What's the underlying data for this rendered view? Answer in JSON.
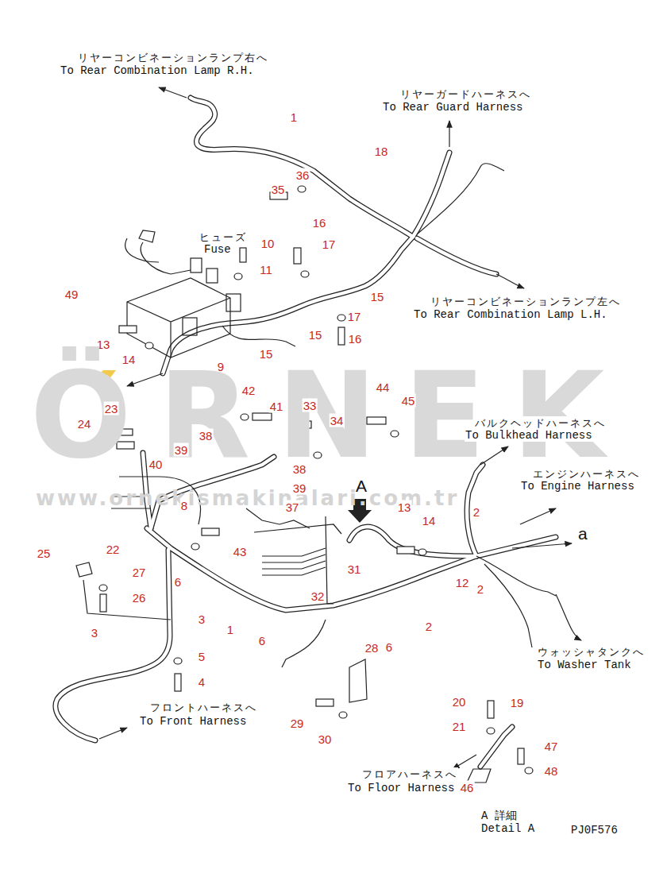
{
  "diagram": {
    "labels": [
      "リヤーコンビネーションランプ右へ",
      "To Rear Combination Lamp R.H.",
      "1",
      "リヤーガードハーネスへ",
      "To Rear Guard Harness",
      "18",
      "36",
      "35",
      "16",
      "ヒューズ",
      "Fuse",
      "10",
      "17",
      "11",
      "49",
      "15",
      "リヤーコンビネーションランプ左へ",
      "To Rear Combination Lamp L.H.",
      "17",
      "15",
      "16",
      "13",
      "15",
      "14",
      "9",
      "12",
      "a",
      "ÖRNEK",
      "www.ornekismakinalari.com.tr",
      "44",
      "42",
      "45",
      "41",
      "33",
      "23",
      "バルクヘッドハーネスへ",
      "To Bulkhead Harness",
      "34",
      "24",
      "38",
      "39",
      "40",
      "エンジンハーネスへ",
      "To Engine Harness",
      "38",
      "A",
      "39",
      "8",
      "37",
      "13",
      "2",
      "14",
      "a",
      "25",
      "22",
      "43",
      "31",
      "27",
      "6",
      "12",
      "2",
      "26",
      "32",
      "3",
      "2",
      "1",
      "3",
      "6",
      "6",
      "ウォッシャタンクへ",
      "To Washer Tank",
      "28",
      "5",
      "4",
      "20",
      "19",
      "フロントハーネスへ",
      "To Front Harness",
      "29",
      "21",
      "30",
      "47",
      "フロアハーネスへ",
      "To Floor Harness",
      "48",
      "46",
      "A 詳細",
      "Detail A",
      "PJ0F576"
    ]
  }
}
